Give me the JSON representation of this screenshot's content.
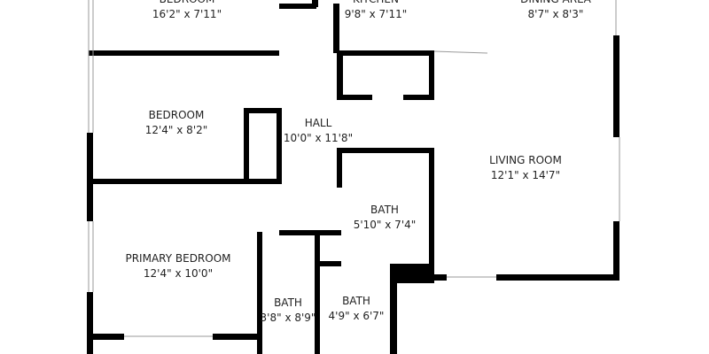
{
  "rooms": [
    {
      "name": "BEDROOM",
      "dims": "16'2\" x 7'11\""
    },
    {
      "name": "KITCHEN",
      "dims": "9'8\" x 7'11\""
    },
    {
      "name": "DINING AREA",
      "dims": "8'7\" x 8'3\""
    },
    {
      "name": "BEDROOM",
      "dims": "12'4\" x 8'2\""
    },
    {
      "name": "HALL",
      "dims": "10'0\" x 11'8\""
    },
    {
      "name": "LIVING ROOM",
      "dims": "12'1\" x 14'7\""
    },
    {
      "name": "BATH",
      "dims": "5'10\" x 7'4\""
    },
    {
      "name": "PRIMARY BEDROOM",
      "dims": "12'4\" x 10'0\""
    },
    {
      "name": "BATH",
      "dims": "3'8\" x 8'9\""
    },
    {
      "name": "BATH",
      "dims": "4'9\" x 6'7\""
    }
  ],
  "colors": {
    "wall": "#000000",
    "window": "#9a9a9a"
  }
}
